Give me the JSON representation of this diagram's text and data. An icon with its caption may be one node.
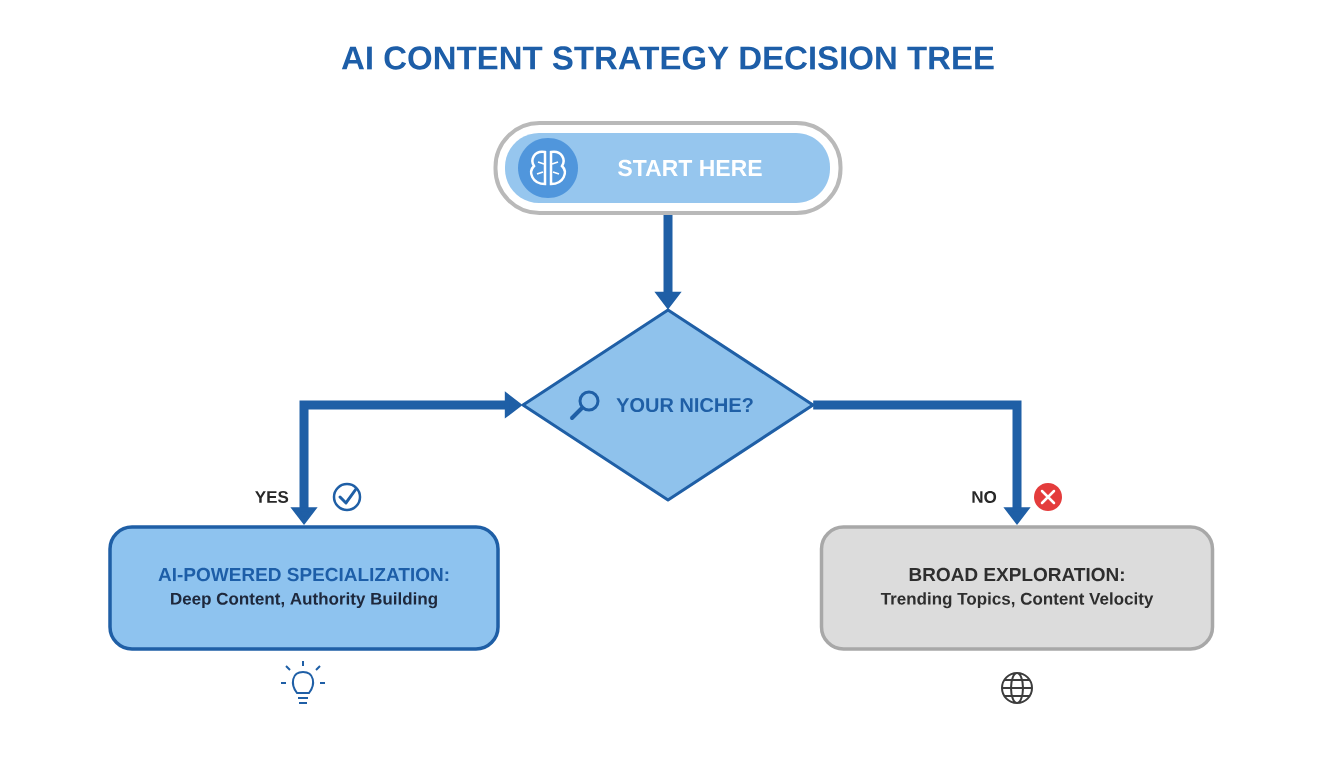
{
  "diagram": {
    "title": "AI CONTENT STRATEGY DECISION TREE",
    "nodes": [
      {
        "text": [
          "START HERE"
        ]
      },
      {
        "text": [
          "YOUR NICHE?"
        ]
      },
      {
        "text": [
          "AI-POWERED SPECIALIZATION:",
          "Deep Content, Authority Building"
        ]
      },
      {
        "text": [
          "BROAD EXPLORATION:",
          "Trending Topics, Content Velocity"
        ]
      }
    ],
    "edges": [
      {
        "from": 0,
        "to": 1,
        "arrow": "to"
      },
      {
        "from": 1,
        "to": 2,
        "arrow": "both",
        "label": "YES"
      },
      {
        "from": 1,
        "to": 3,
        "arrow": "to",
        "label": "NO"
      }
    ]
  }
}
